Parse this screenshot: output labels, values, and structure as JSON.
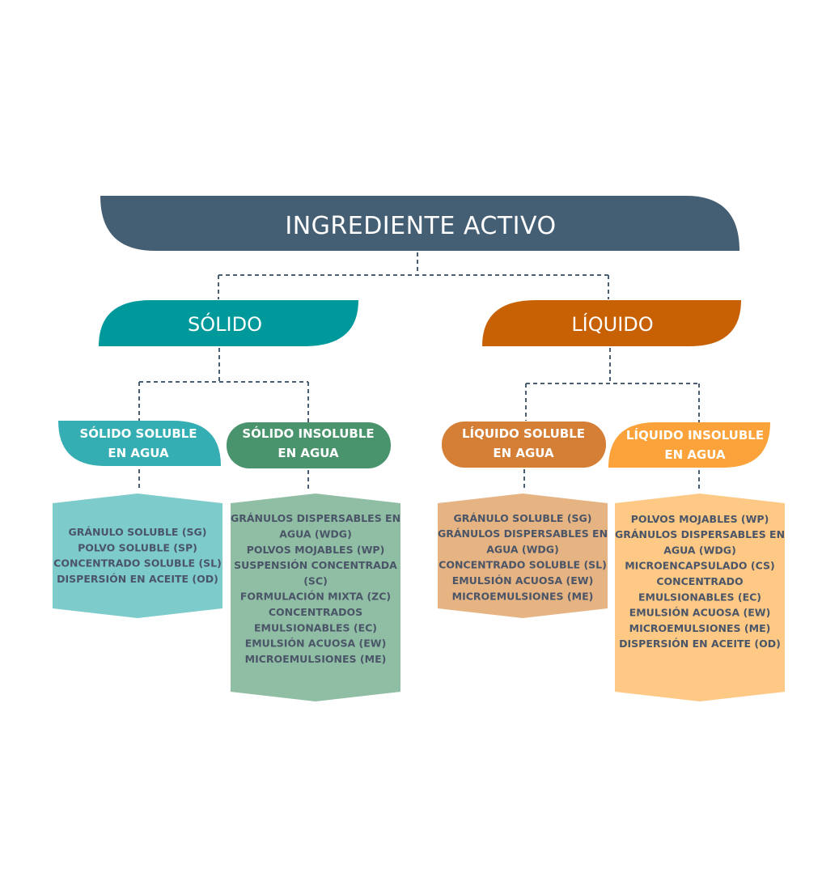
{
  "root": {
    "label": "INGREDIENTE ACTIVO",
    "color": "#445e73"
  },
  "branches": [
    {
      "label": "SÓLIDO",
      "color": "#00999b",
      "children": [
        {
          "label_lines": [
            "SÓLIDO SOLUBLE",
            "EN AGUA"
          ],
          "color": "#34aeb2",
          "box_color": "#7ecbcc",
          "items": [
            "GRÁNULO SOLUBLE (SG)",
            "POLVO SOLUBLE (SP)",
            "CONCENTRADO SOLUBLE (SL)",
            "DISPERSIÓN EN ACEITE (OD)"
          ]
        },
        {
          "label_lines": [
            "SÓLIDO INSOLUBLE",
            "EN AGUA"
          ],
          "color": "#4a946d",
          "box_color": "#90bea5",
          "items": [
            "GRÁNULOS DISPERSABLES EN",
            "AGUA (WDG)",
            "POLVOS MOJABLES (WP)",
            "SUSPENSIÓN CONCENTRADA",
            "(SC)",
            "FORMULACIÓN MIXTA (ZC)",
            "CONCENTRADOS",
            "EMULSIONABLES (EC)",
            "EMULSIÓN ACUOSA (EW)",
            "MICROEMULSIONES (ME)"
          ]
        }
      ]
    },
    {
      "label": "LÍQUIDO",
      "color": "#c86103",
      "children": [
        {
          "label_lines": [
            "LÍQUIDO SOLUBLE",
            "EN AGUA"
          ],
          "color": "#d47f35",
          "box_color": "#e6b383",
          "items": [
            "GRÁNULO SOLUBLE (SG)",
            "GRÁNULOS DISPERSABLES EN",
            "AGUA (WDG)",
            "CONCENTRADO SOLUBLE (SL)",
            "EMULSIÓN ACUOSA (EW)",
            "MICROEMULSIONES (ME)"
          ]
        },
        {
          "label_lines": [
            "LÍQUIDO INSOLUBLE",
            "EN AGUA"
          ],
          "color": "#fba33a",
          "box_color": "#fec985",
          "items": [
            "POLVOS MOJABLES (WP)",
            "GRÁNULOS DISPERSABLES EN",
            "AGUA (WDG)",
            "MICROENCAPSULADO (CS)",
            "CONCENTRADO",
            "EMULSIONABLES (EC)",
            "EMULSIÓN ACUOSA (EW)",
            "MICROEMULSIONES (ME)",
            "DISPERSIÓN EN ACEITE (OD)"
          ]
        }
      ]
    }
  ]
}
